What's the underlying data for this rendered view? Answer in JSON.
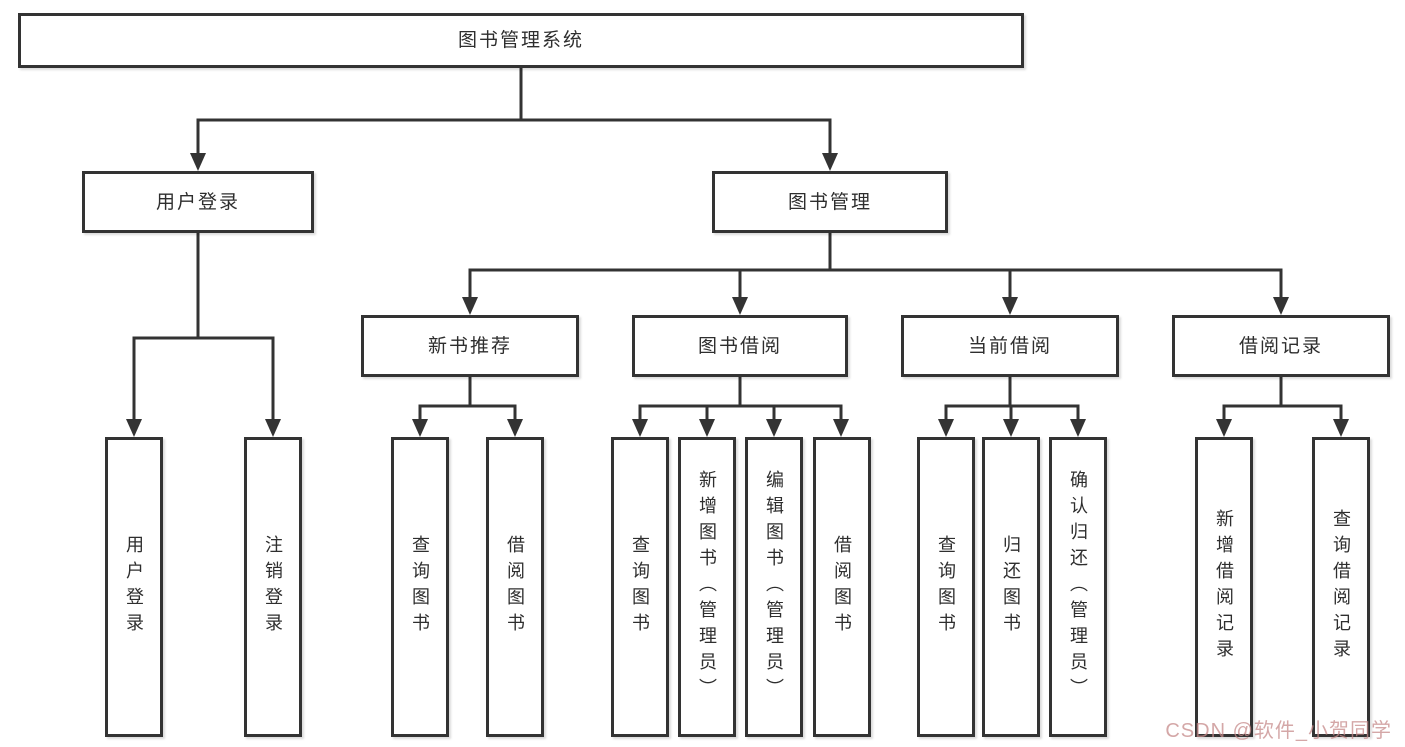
{
  "diagram_title": "图书管理系统",
  "colors": {
    "line": "#333333",
    "box_border": "#333333",
    "box_fill": "#ffffff",
    "text": "#2e2e2e",
    "watermark": "#c58a8a",
    "background": "#ffffff"
  },
  "tree": {
    "label": "图书管理系统",
    "children": [
      {
        "label": "用户登录",
        "children": [
          {
            "label": "用户登录"
          },
          {
            "label": "注销登录"
          }
        ]
      },
      {
        "label": "图书管理",
        "children": [
          {
            "label": "新书推荐",
            "children": [
              {
                "label": "查询图书"
              },
              {
                "label": "借阅图书"
              }
            ]
          },
          {
            "label": "图书借阅",
            "children": [
              {
                "label": "查询图书"
              },
              {
                "label": "新增图书（管理员）"
              },
              {
                "label": "编辑图书（管理员）"
              },
              {
                "label": "借阅图书"
              }
            ]
          },
          {
            "label": "当前借阅",
            "children": [
              {
                "label": "查询图书"
              },
              {
                "label": "归还图书"
              },
              {
                "label": "确认归还（管理员）"
              }
            ]
          },
          {
            "label": "借阅记录",
            "children": [
              {
                "label": "新增借阅记录"
              },
              {
                "label": "查询借阅记录"
              }
            ]
          }
        ]
      }
    ]
  },
  "watermark": {
    "text": "CSDN @软件_小贺同学"
  }
}
